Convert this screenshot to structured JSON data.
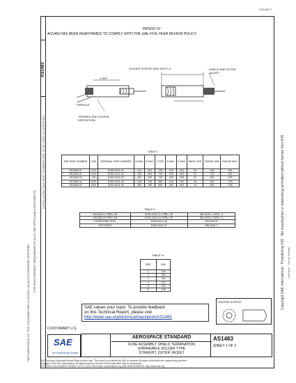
{
  "document": {
    "code": "AS1483",
    "revision": "F",
    "patent_header": "PATENT N°",
    "heading_note": "AS1483 HAS BEEN REAFFIRMED TO COMPLY WITH THE SAE FIVE-YEAR REVIEW POLICY",
    "vertical_left_1": "INSTALLATION, AND PART NUMBERS ARE TO BE USED AS SPECIFIED",
    "vertical_left_2": "FOR PROCUREMENT REQUIREMENTS ALSO SEE APPLICABLE DOCUMENTS",
    "vertical_left_3": "THE DIMENSIONS OF THIS STANDARD ARE IN INCHES UNLESS OTHERWISE SPECIFIED",
    "right_margin_text": "Copyright SAE International · Provided by IHS · No reproduction or networking permitted without license from IHS",
    "right_margin_text_2": "Licensee · Not for Resale"
  },
  "drawing": {
    "label_top": "SOLDER SLEEVE (SEE NOTE 1)",
    "label_right": "SHIELD AND OUTER JACKET",
    "label_left": "FERRULE",
    "label_bottom": "TAPERED END SLEEVE DEPOSITION",
    "dim_label": "L REF"
  },
  "table1": {
    "title": "TABLE I",
    "headers": [
      "SAE PART NUMBER",
      "SIZE",
      "TERMINAL PART NUMBER",
      "A MAX",
      "B MAX",
      "C REF",
      "D MAX",
      "E MAX",
      "WIRE SIZE",
      "RANGE MIN",
      "RANGE MAX"
    ],
    "rows": [
      [
        "AS1483-01",
        "1/16",
        "D150-0101-01",
        ".141",
        ".042",
        ".750",
        ".125",
        ".024",
        "24",
        ".024",
        ".051"
      ],
      [
        "AS1483-02",
        "3/32",
        "D150-0101-02",
        ".156",
        ".062",
        ".750",
        ".150",
        ".032",
        "22",
        ".032",
        ".062"
      ],
      [
        "AS1483-03",
        "1/8",
        "D150-0101-03",
        ".187",
        ".093",
        ".750",
        ".180",
        ".040",
        "20",
        ".040",
        ".093"
      ],
      [
        "AS1483-04",
        "5/32",
        "D150-0101-04",
        ".218",
        ".125",
        ".850",
        ".215",
        ".051",
        "18",
        ".051",
        ".125"
      ],
      [
        "AS1483-05",
        "3/16",
        "D150-0101-05",
        ".250",
        ".156",
        ".850",
        ".250",
        ".064",
        "16",
        ".064",
        ".156"
      ]
    ]
  },
  "table2": {
    "title": "TABLE II",
    "rows": [
      [
        "AS1483-01 THRU -03",
        "D150-0101-01 THRU -03",
        "SM-3100-1 THRU -3"
      ],
      [
        "AS1483-04 THRU -05",
        "D150-0101-04 THRU -05",
        "SM-3100-4 THRU -5"
      ],
      [
        "CRIMP RING SIZE",
        "D150-0101-06",
        "SM-3100-6"
      ],
      [
        "STD SIZES",
        "D150-0101-07",
        "SM-3100-7"
      ]
    ]
  },
  "table3": {
    "title": "TABLE III",
    "headers": [
      "SIZE",
      "DIM"
    ],
    "rows": [
      [
        "1",
        ".218"
      ],
      [
        "2",
        ".250"
      ],
      [
        "3",
        ".281"
      ],
      [
        "4",
        ".312"
      ],
      [
        "5",
        ".343"
      ],
      [
        "6",
        ".375"
      ]
    ]
  },
  "feedback": {
    "line1": "SAE values your input. To provide feedback",
    "line2": "on this Technical Report, please visit",
    "link": "http://www.sae.org/technical/standards/AS1483"
  },
  "corner_box": {
    "label": "SOLDER SLEEVE"
  },
  "title_block": {
    "customary": "CUSTOMARY U.S.",
    "standard": "AEROSPACE STANDARD",
    "title_line1": "FUSE ASSEMBLY SHIELD TERMINATION",
    "title_line2": "SHRINKABLE SOLDER TYPE",
    "title_line3": "STRAIGHT, OUTER JACKET",
    "code": "AS1483",
    "sheet": "SHEET 1 OF 2",
    "logo_text": "SAE",
    "logo_sub": "The Engineering Society"
  },
  "footer": {
    "line1": "SAE Technical Standards Board Rules provide that: \"This report is published by SAE to advance the state of technical and engineering sciences.\"",
    "line2": "Copyright 2004 SAE International. All rights reserved. No part of this publication may be reproduced.",
    "line3": "TO PLACE A DOCUMENT ORDER: Tel: 877-606-7323  Email: custsvc@sae.org   SAE WEB ADDRESS: http://www.sae.org"
  }
}
